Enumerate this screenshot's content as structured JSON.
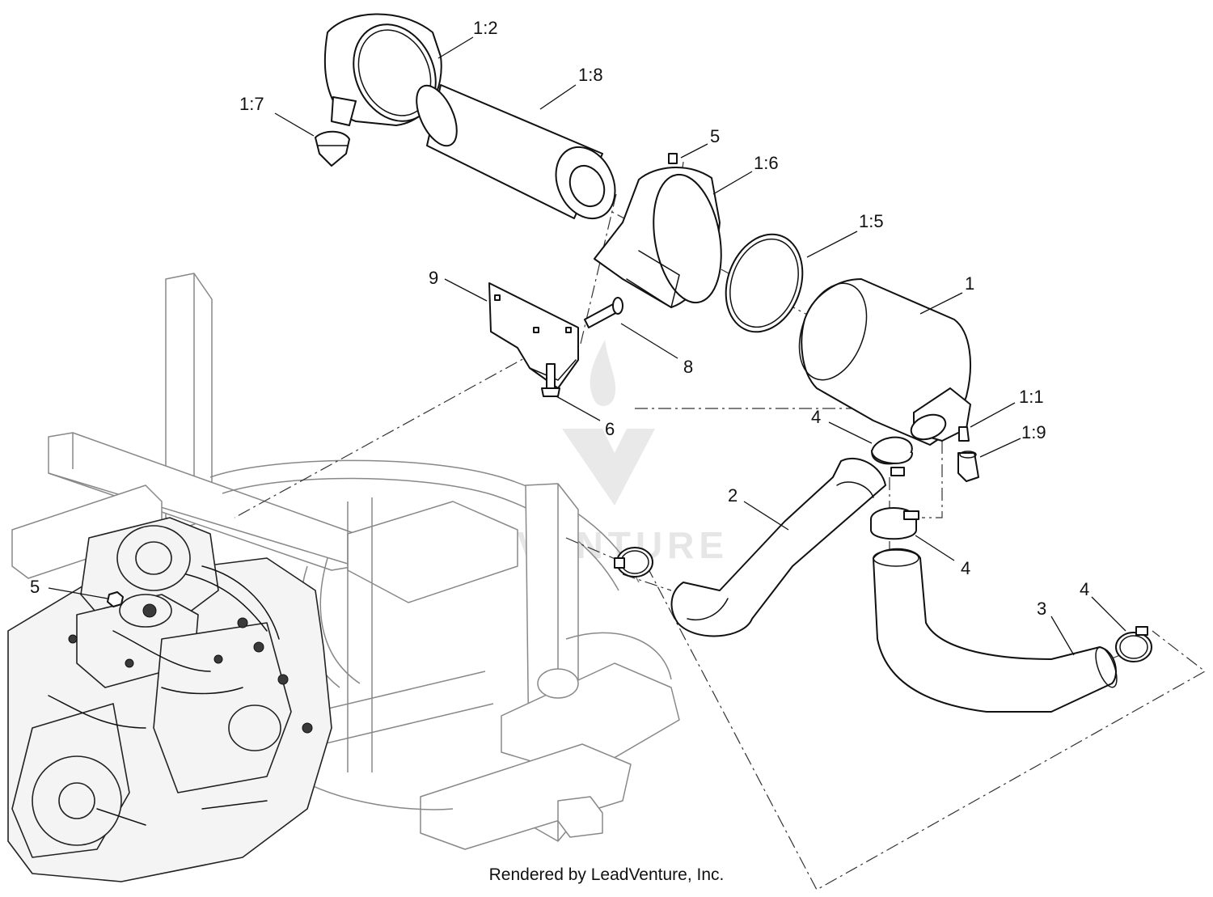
{
  "callouts": [
    {
      "id": "c-1-2",
      "text": "1:2"
    },
    {
      "id": "c-1-8",
      "text": "1:8"
    },
    {
      "id": "c-1-7",
      "text": "1:7"
    },
    {
      "id": "c-5-top",
      "text": "5"
    },
    {
      "id": "c-1-6",
      "text": "1:6"
    },
    {
      "id": "c-1-5",
      "text": "1:5"
    },
    {
      "id": "c-9",
      "text": "9"
    },
    {
      "id": "c-1",
      "text": "1"
    },
    {
      "id": "c-8",
      "text": "8"
    },
    {
      "id": "c-1-1",
      "text": "1:1"
    },
    {
      "id": "c-6",
      "text": "6"
    },
    {
      "id": "c-4-top",
      "text": "4"
    },
    {
      "id": "c-1-9",
      "text": "1:9"
    },
    {
      "id": "c-2",
      "text": "2"
    },
    {
      "id": "c-4-mid",
      "text": "4"
    },
    {
      "id": "c-5-left",
      "text": "5"
    },
    {
      "id": "c-3",
      "text": "3"
    },
    {
      "id": "c-4-right",
      "text": "4"
    }
  ],
  "watermark": {
    "text": "LEADVENTURE"
  },
  "footer": {
    "text": "Rendered by LeadVenture, Inc."
  }
}
